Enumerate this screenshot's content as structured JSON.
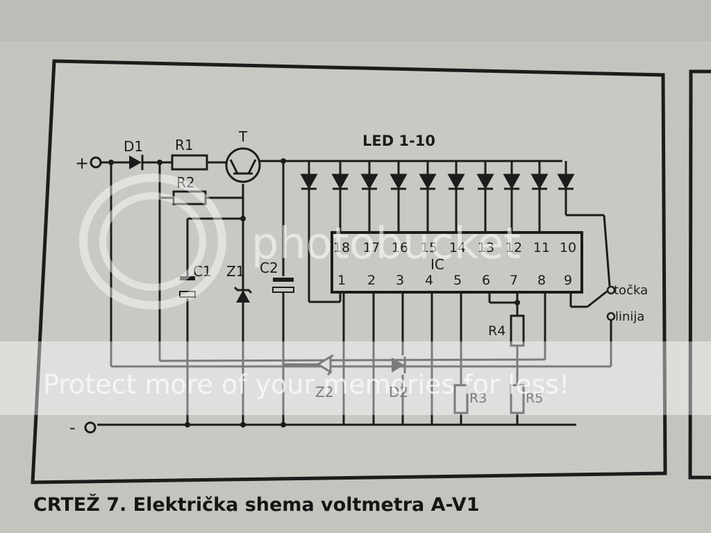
{
  "labels": {
    "input_plus": "+",
    "input_minus": "-",
    "d1": "D1",
    "r1": "R1",
    "r2": "R2",
    "t": "T",
    "led_group": "LED 1-10",
    "c1": "C1",
    "z1": "Z1",
    "c2": "C2",
    "ic": "IC",
    "z2": "Z2",
    "d2": "D2",
    "r3": "R3",
    "r4": "R4",
    "r5": "R5",
    "switch_dot": "točka",
    "switch_line": "linija"
  },
  "ic_pins_top": [
    "18",
    "17",
    "16",
    "15",
    "14",
    "13",
    "12",
    "11",
    "10"
  ],
  "ic_pins_bottom": [
    "1",
    "2",
    "3",
    "4",
    "5",
    "6",
    "7",
    "8",
    "9"
  ],
  "watermark": {
    "brand": "photobucket",
    "banner": "Protect more of your memories for less!"
  },
  "caption": "CRTEŽ 7. Električka shema voltmetra A-V1",
  "colors": {
    "paper": "#c7c7c2",
    "ink": "#1c1c1c",
    "banner": "#ffffff"
  }
}
